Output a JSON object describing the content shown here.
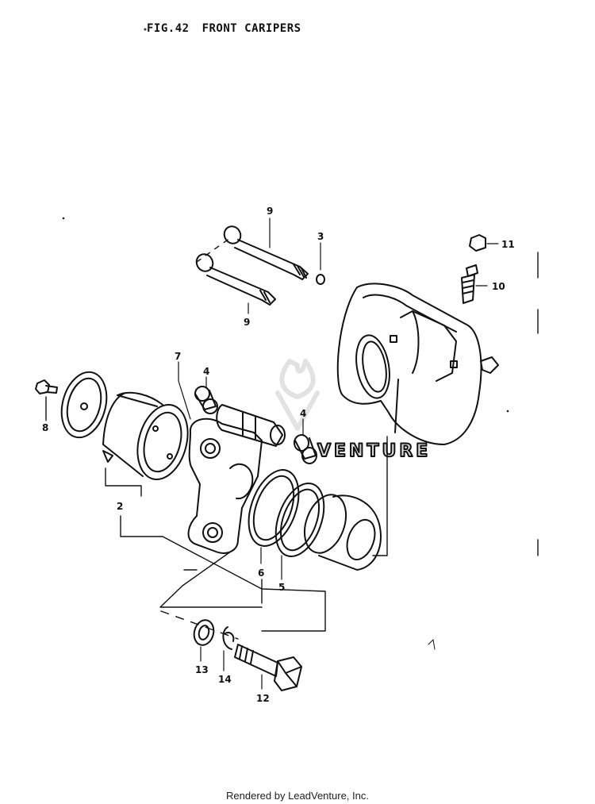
{
  "header": {
    "fig_label": "FIG.42",
    "title": "FRONT CARIPERS"
  },
  "callouts": {
    "c2": "2",
    "c3": "3",
    "c4a": "4",
    "c4b": "4",
    "c5": "5",
    "c6": "6",
    "c7": "7",
    "c8": "8",
    "c9a": "9",
    "c9b": "9",
    "c10": "10",
    "c11": "11",
    "c12": "12",
    "c13": "13",
    "c14": "14"
  },
  "watermark": {
    "text": "VENTURE",
    "brand_color": "#d9d9d9"
  },
  "footer": {
    "text": "Rendered by LeadVenture, Inc."
  }
}
